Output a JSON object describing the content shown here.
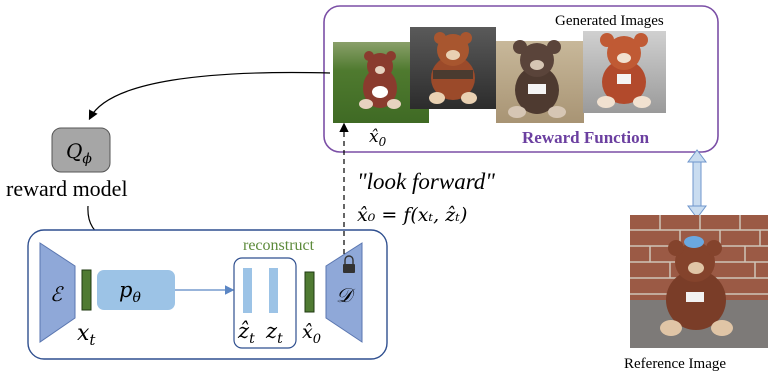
{
  "labels": {
    "generated_images": "Generated Images",
    "reward_function": "Reward Function",
    "x0_hat_top": "x̂",
    "x0_hat_top_sub": "0",
    "q_phi": "Q",
    "q_phi_sub": "ϕ",
    "reward_model": "reward model",
    "look_forward": "\"look forward\"",
    "equation": "x̂₀ = f(xₜ, ẑₜ)",
    "reconstruct": "reconstruct",
    "encoder": "ℰ",
    "p_theta": "p",
    "p_theta_sub": "θ",
    "x_t": "x",
    "x_t_sub": "t",
    "z_hat_t": "ẑ",
    "z_hat_t_sub": "t",
    "z_t": "z",
    "z_t_sub": "t",
    "x0_hat_bottom": "x̂",
    "x0_hat_bottom_sub": "0",
    "decoder": "𝒟",
    "reference_image": "Reference Image"
  },
  "colors": {
    "purple_border": "#7b4fa6",
    "reward_text": "#6b3fa0",
    "reconstruct_text": "#5c8a3a",
    "blue_block": "#8fa8d8",
    "light_blue": "#9cc3e6",
    "green_bar": "#4f7a32",
    "frame_blue": "#2f4f8f",
    "gray_box": "#a6a6a6"
  },
  "icons": [
    "lock-icon",
    "teddy-image-grass",
    "teddy-image-dark",
    "teddy-image-brown",
    "teddy-image-red",
    "teddy-image-reference"
  ]
}
